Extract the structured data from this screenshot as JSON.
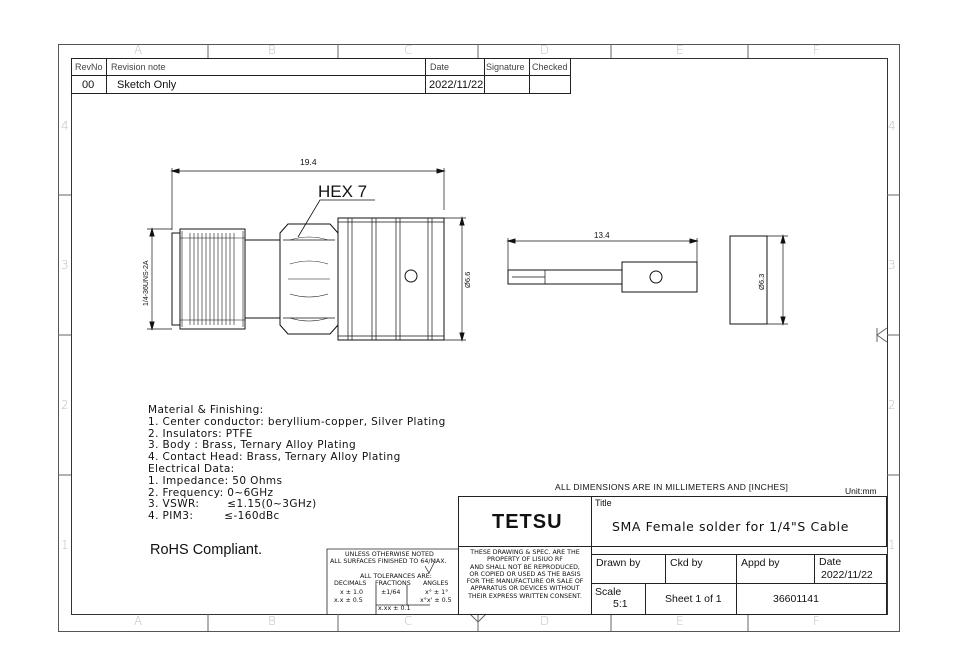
{
  "zones": {
    "columns": [
      "A",
      "B",
      "C",
      "D",
      "E",
      "F"
    ],
    "rows": [
      "4",
      "3",
      "2",
      "1"
    ]
  },
  "revision": {
    "headers": {
      "rev": "RevNo",
      "note": "Revision note",
      "date": "Date",
      "signature": "Signature",
      "checked": "Checked"
    },
    "row": {
      "rev": "00",
      "note": "Sketch Only",
      "date": "2022/11/22"
    }
  },
  "drawing": {
    "overall_length": "19.4",
    "hex_label": "HEX 7",
    "thread_label": "1/4-36UNS-2A",
    "body_diameter": "Ø6.6",
    "pin_length": "13.4",
    "washer_diameter": "Ø6.3"
  },
  "notes": {
    "material_title": "Material & Finishing:",
    "material": [
      "1. Center conductor: beryllium-copper, Silver Plating",
      "2. Insulators: PTFE",
      "3. Body : Brass, Ternary Alloy Plating",
      "4. Contact Head: Brass, Ternary Alloy Plating"
    ],
    "electrical_title": "Electrical Data:",
    "electrical": [
      {
        "label": "1. Impedance: 50 Ohms",
        "value": ""
      },
      {
        "label": "2. Frequency: 0~6GHz",
        "value": ""
      },
      {
        "label": "3. VSWR:",
        "value": "≤1.15(0~3GHz)"
      },
      {
        "label": "4. PIM3:",
        "value": "≤-160dBc"
      }
    ],
    "rohs": "RoHS Compliant."
  },
  "title_block": {
    "dimensions_note": "ALL DIMENSIONS ARE IN MILLIMETERS AND [INCHES]",
    "unit": "Unit:mm",
    "company": "TETSU",
    "title_label": "Title",
    "title": "SMA Female solder for 1/4\"S Cable",
    "drawn_by": "Drawn by",
    "ckd_by": "Ckd by",
    "appd_by": "Appd by",
    "date_label": "Date",
    "date": "2022/11/22",
    "scale_label": "Scale",
    "scale": "5:1",
    "sheet": "Sheet 1 of 1",
    "part_number": "36601141",
    "property_notice": [
      "THESE DRAWING & SPEC. ARE THE",
      "PROPERTY OF LISIUO RF",
      "AND SHALL NOT BE REPRODUCED,",
      "OR COPIED OR USED AS THE BASIS",
      "FOR THE MANUFACTURE OR SALE OF",
      "APPARATUS OR DEVICES WITHOUT",
      "THEIR EXPRESS WRITTEN CONSENT."
    ],
    "tolerance": {
      "line1": "UNLESS OTHERWISE NOTED",
      "line2": "ALL SURFACES FINISHED TO 64/MAX.",
      "line3": "ALL TOLERANCES ARE:",
      "decimals": "DECIMALS",
      "fractions": "FRACTIONS",
      "angles": "ANGLES",
      "dec1": "x ± 1.0",
      "dec2": "x.x ± 0.5",
      "frac": "±1/64",
      "ang1": "x° ± 1°",
      "ang2": "x°x' ± 0.5",
      "dec3": "x.xx ± 0.1"
    }
  }
}
